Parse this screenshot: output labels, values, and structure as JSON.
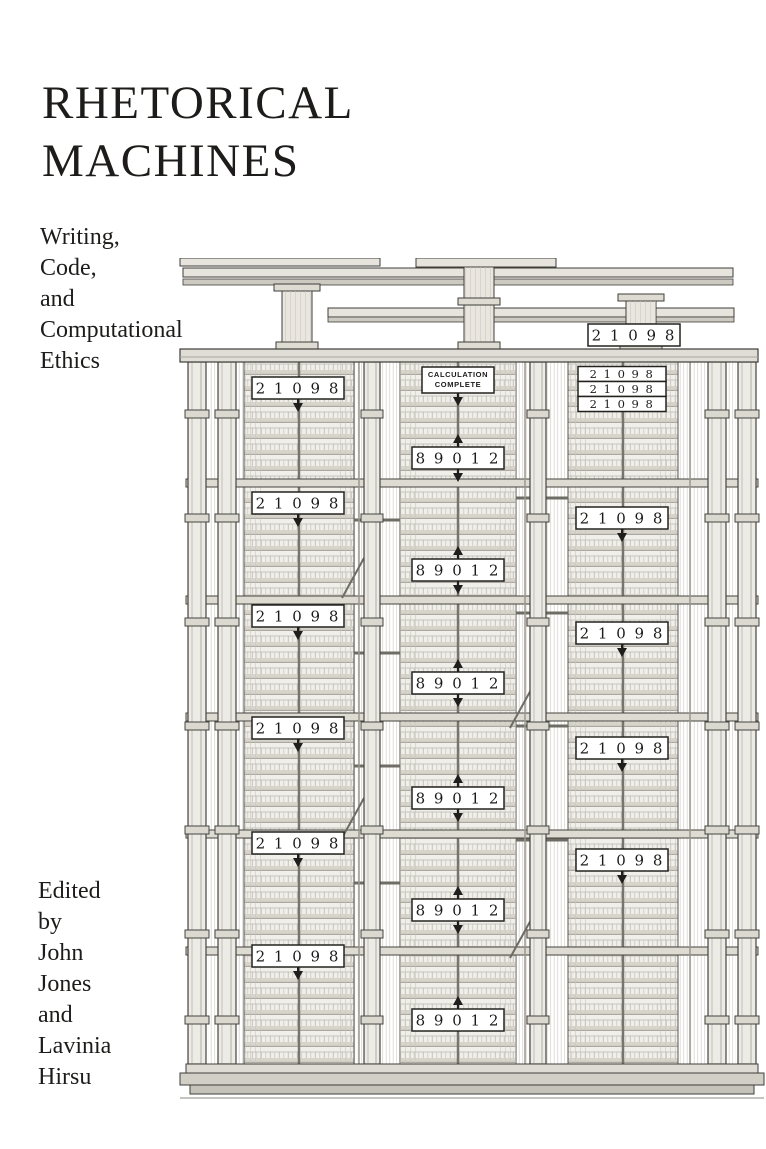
{
  "cover": {
    "title_lines": [
      "RHETORICAL",
      "MACHINES"
    ],
    "subtitle_lines": [
      "Writing,",
      "Code,",
      "and",
      "Computational",
      "Ethics"
    ],
    "editor_lines": [
      "Edited",
      "by",
      "John",
      "Jones",
      "and",
      "Lavinia",
      "Hirsu"
    ]
  },
  "engraving": {
    "plaque_line1": "CALCULATION",
    "plaque_line2": "COMPLETE",
    "dial_left": "2 1 0 9 8",
    "dial_center": "8 9 0 1 2",
    "dial_right": "2 1 0 9 8"
  },
  "colors": {
    "background": "#ffffff",
    "ink": "#1d1c1a"
  }
}
